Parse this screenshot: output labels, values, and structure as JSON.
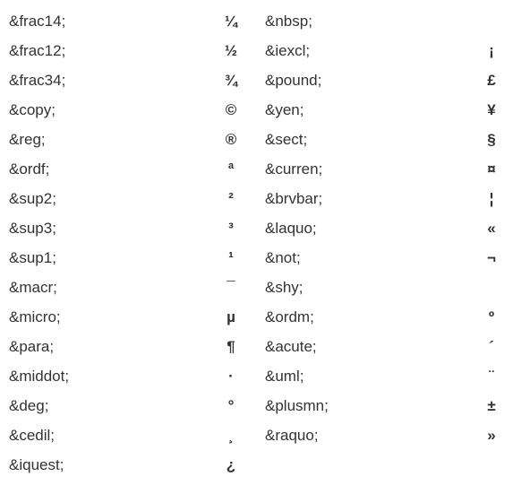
{
  "rows": [
    {
      "left_code": "&frac14;",
      "left_glyph": "¼",
      "right_code": "&nbsp;",
      "right_glyph": ""
    },
    {
      "left_code": "&frac12;",
      "left_glyph": "½",
      "right_code": "&iexcl;",
      "right_glyph": "¡"
    },
    {
      "left_code": "&frac34;",
      "left_glyph": "¾",
      "right_code": "&pound;",
      "right_glyph": "£"
    },
    {
      "left_code": "&copy;",
      "left_glyph": "©",
      "right_code": "&yen;",
      "right_glyph": "¥"
    },
    {
      "left_code": "&reg;",
      "left_glyph": "®",
      "right_code": "&sect;",
      "right_glyph": "§"
    },
    {
      "left_code": "&ordf;",
      "left_glyph": "ª",
      "right_code": "&curren;",
      "right_glyph": "¤"
    },
    {
      "left_code": "&sup2;",
      "left_glyph": "²",
      "right_code": "&brvbar;",
      "right_glyph": "¦"
    },
    {
      "left_code": "&sup3;",
      "left_glyph": "³",
      "right_code": "&laquo;",
      "right_glyph": "«"
    },
    {
      "left_code": "&sup1;",
      "left_glyph": "¹",
      "right_code": "&not;",
      "right_glyph": "¬"
    },
    {
      "left_code": "&macr;",
      "left_glyph": "¯",
      "right_code": "&shy;",
      "right_glyph": ""
    },
    {
      "left_code": "&micro;",
      "left_glyph": "µ",
      "right_code": "&ordm;",
      "right_glyph": "º"
    },
    {
      "left_code": "&para;",
      "left_glyph": "¶",
      "right_code": "&acute;",
      "right_glyph": "´"
    },
    {
      "left_code": "&middot;",
      "left_glyph": "·",
      "right_code": "&uml;",
      "right_glyph": "¨"
    },
    {
      "left_code": "&deg;",
      "left_glyph": "°",
      "right_code": "&plusmn;",
      "right_glyph": "±"
    },
    {
      "left_code": "&cedil;",
      "left_glyph": "¸",
      "right_code": "&raquo;",
      "right_glyph": "»"
    },
    {
      "left_code": "&iquest;",
      "left_glyph": "¿",
      "right_code": "",
      "right_glyph": ""
    }
  ]
}
